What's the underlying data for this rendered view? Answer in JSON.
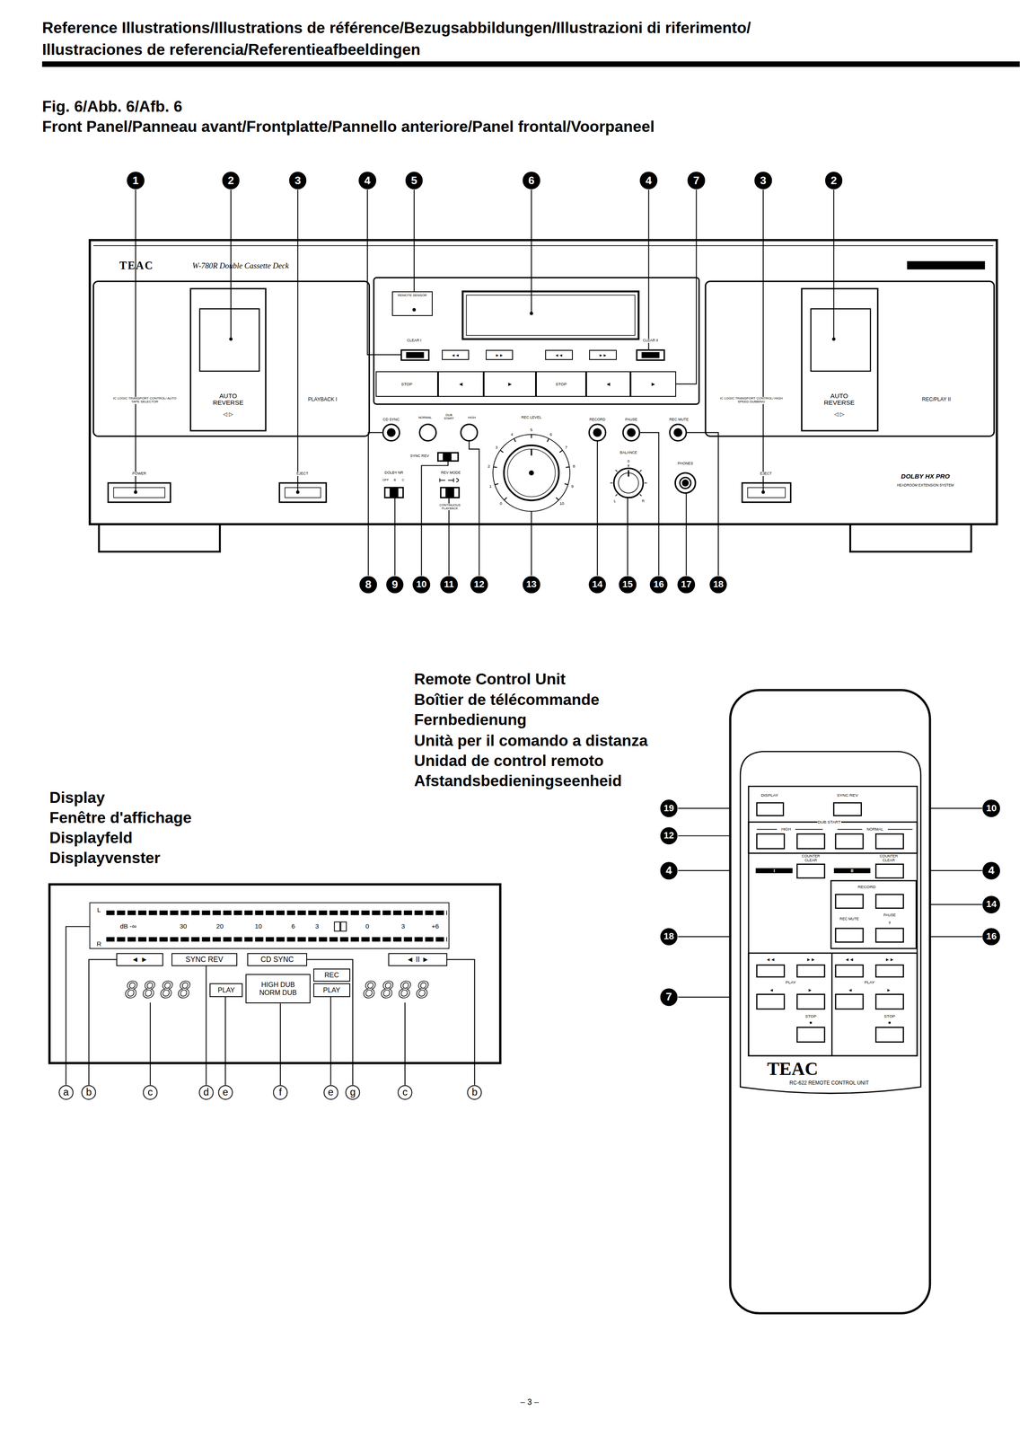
{
  "diagram": {
    "nodes": [
      {
        "text": [
          "REMOTE SENSOR"
        ]
      },
      {
        "text": [
          "◄◄"
        ]
      },
      {
        "text": [
          "►►"
        ]
      },
      {
        "text": [
          "◄◄"
        ]
      },
      {
        "text": [
          "►►"
        ]
      },
      {
        "text": [
          "STOP"
        ]
      },
      {
        "text": [
          "◄"
        ]
      },
      {
        "text": [
          "►"
        ]
      },
      {
        "text": [
          "STOP"
        ]
      },
      {
        "text": [
          "◄"
        ]
      },
      {
        "text": [
          "►"
        ]
      },
      {
        "text": [
          "◄ ►"
        ]
      },
      {
        "text": [
          "SYNC REV"
        ]
      },
      {
        "text": [
          "CD SYNC"
        ]
      },
      {
        "text": [
          "◄ II ►"
        ]
      },
      {
        "text": [
          "REC"
        ]
      },
      {
        "text": [
          "PLAY"
        ]
      },
      {
        "text": [
          "HIGH DUB",
          "NORM DUB"
        ]
      },
      {
        "text": [
          "PLAY"
        ]
      }
    ],
    "labels": [
      "Reference Illustrations/Illustrations de référence/Bezugsabbildungen/Illustrazioni di riferimento/",
      "Illustraciones de referencia/Referentieafbeeldingen",
      "Fig. 6/Abb. 6/Afb. 6",
      "Front Panel/Panneau avant/Frontplatte/Pannello anteriore/Panel frontal/Voorpaneel",
      "1",
      "2",
      "3",
      "4",
      "5",
      "6",
      "4",
      "7",
      "3",
      "2",
      "TEAC",
      "W-780R Double Cassette Deck",
      "AUTO REVERSE",
      "◁ ▷",
      "IC LOGIC TRANSPORT CONTROL/ AUTO TAPE SELECTOR",
      "PLAYBACK I",
      "CLEAR I",
      "CLEAR II",
      "AUTO REVERSE",
      "◁ ▷",
      "IC LOGIC TRANSPORT CONTROL/ HIGH SPEED DUBBING",
      "REC/PLAY II",
      "POWER",
      "EJECT",
      "CD SYNC",
      "NORMAL",
      "DUB START",
      "HIGH",
      "REC LEVEL",
      "RECORD",
      "PAUSE",
      "REC MUTE",
      "SYNC REV",
      "BALANCE",
      "PHONES",
      "DOLBY NR",
      "OFF",
      "B",
      "C",
      "REV MODE",
      "CONTINUOUS PLAYBACK",
      "EJECT",
      "DOLBY HX PRO",
      "HEADROOM EXTENSION SYSTEM",
      "0",
      "1",
      "2",
      "3",
      "4",
      "5",
      "6",
      "7",
      "8",
      "9",
      "10",
      "0",
      "L",
      "R",
      "8",
      "9",
      "10",
      "11",
      "12",
      "13",
      "14",
      "15",
      "16",
      "17",
      "18",
      "Remote Control Unit",
      "Boîtier de télécommande",
      "Fernbedienung",
      "Unità per il comando a distanza",
      "Unidad de control remoto",
      "Afstandsbedieningseenheid",
      "Display",
      "Fenêtre d'affichage",
      "Displayfeld",
      "Displayvenster",
      "DISPLAY",
      "SYNC REV",
      "19",
      "10",
      "DUB START",
      "HIGH",
      "NORMAL",
      "12",
      "COUNTER CLEAR",
      "COUNTER CLEAR",
      "I",
      "II",
      "4",
      "4",
      "RECORD",
      "14",
      "REC MUTE",
      "PAUSE",
      "II",
      "18",
      "16",
      "◄◄",
      "►►",
      "◄◄",
      "►►",
      "PLAY",
      "PLAY",
      "◄",
      "►",
      "◄",
      "►",
      "7",
      "STOP",
      "■",
      "STOP",
      "■",
      "TEAC",
      "RC-622 REMOTE CONTROL UNIT",
      "L",
      "dB -∞",
      "30",
      "20",
      "10",
      "6",
      "3",
      "0",
      "3",
      "+6",
      "R",
      "8888",
      "8888",
      "a",
      "b",
      "c",
      "d",
      "e",
      "f",
      "e",
      "g",
      "c",
      "b",
      "– 3 –"
    ]
  }
}
